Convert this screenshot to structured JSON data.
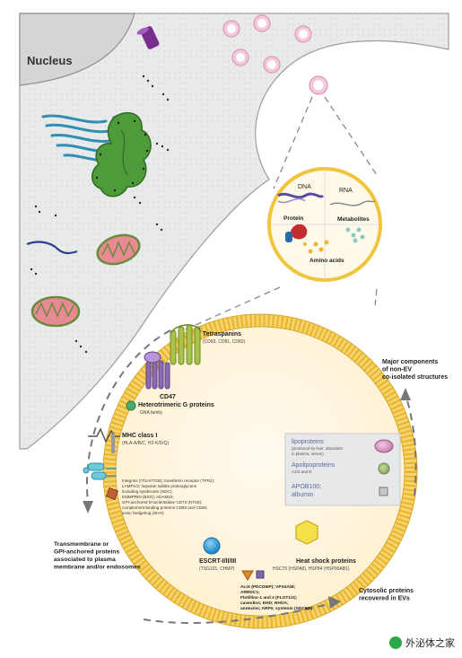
{
  "nucleus_label": "Nucleus",
  "molecules": {
    "dna": "DNA",
    "rna": "RNA",
    "protein": "Protein",
    "metabolites": "Metabolites",
    "amino_acids": "Amino acids"
  },
  "tetraspanins": {
    "title": "Tetraspanins",
    "sub": "(CD63, CD81, CD82)"
  },
  "cd47": "CD47",
  "g_proteins": {
    "title": "Heterotrimeric G proteins",
    "sub": "GNA family"
  },
  "mhc": {
    "title": "MHC class I",
    "sub": "(HLA-A/B/C, H2-K/D/Q)"
  },
  "integrins_lines": [
    "Integrins (ITGA/ITGB); transferrin receptor (TFR2);",
    "LAMP1/2; heparan sulfate proteoglycans",
    "including syndecans (SDC);",
    "EMMPRIN (BSG); ADAM10;",
    "GPI-anchored 5'nucleotidase CD73 (NT5E);",
    "complement-binding proteins CD55 and CD59;",
    "sonic hedgehog (SHH)"
  ],
  "escrt": {
    "title": "ESCRT-I/II/III",
    "sub": "(TSG101, CHMP)"
  },
  "hsp": {
    "title": "Heat shock proteins",
    "sub": "HSC70 (HSPA8), HSP84 (HSP90AB1)"
  },
  "alix_lines": [
    "ALIX (PDCD6IP); VPS4A/B;",
    "ARRDC1;",
    "Flotillins-1 and 2 (FLOT1/2);",
    "caveolins; EHD; RHOA;",
    "annexins; ARF6; syntenin (SDCBP)"
  ],
  "legend": {
    "lipoproteins": "lipoproteins",
    "lipoproteins_sub_1": "(produced by liver, abundant",
    "lipoproteins_sub_2": "in plasma, serum)",
    "apolipoproteins": "Apolipoproteins",
    "apolipoproteins_sub": "A1/2 and B",
    "apob": "APOB100;",
    "albumin": "albumin"
  },
  "major_components_lines": [
    "Major components",
    "of non-EV",
    "co-isolated structures"
  ],
  "transmembrane_lines": [
    "Transmembrane or",
    "GPI-anchored proteins",
    "associated to plasma",
    "membrane and/or endosomes"
  ],
  "cytosolic_lines": [
    "Cytosolic proteins",
    "recovered in EVs"
  ],
  "watermark": "外泌体之家",
  "colors": {
    "cytoplasm": "#e9ebea",
    "membrane": "#f0c43c",
    "membrane_head": "#e8b52a",
    "golgi": "#2f8fb4",
    "er": "#3d8a2e",
    "mito_outer": "#6b8a3e",
    "mito_inner": "#e78a93",
    "vesicle": "#f6c9de"
  }
}
